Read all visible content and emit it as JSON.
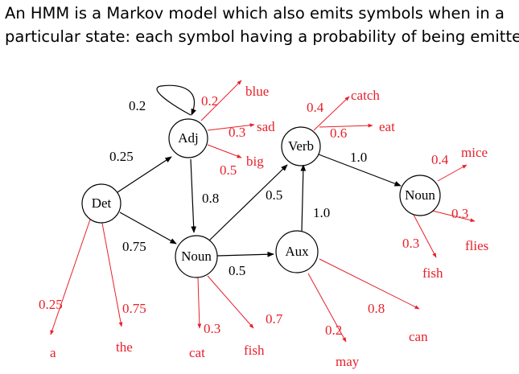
{
  "intro": {
    "line1": "An HMM is a Markov model which also emits symbols when in a",
    "line2": "particular state: each symbol having a probability of being emitted:"
  },
  "colors": {
    "transition": "#000000",
    "emission": "#e8202a"
  },
  "states": {
    "det": "Det",
    "adj": "Adj",
    "noun_mid": "Noun",
    "verb": "Verb",
    "aux": "Aux",
    "noun_right": "Noun"
  },
  "transitions": {
    "adj_adj": "0.2",
    "det_adj": "0.25",
    "det_noun": "0.75",
    "adj_noun": "0.8",
    "noun_verb": "0.5",
    "noun_aux": "0.5",
    "aux_verb": "1.0",
    "verb_noun": "1.0"
  },
  "emissions": {
    "det": [
      {
        "prob": "0.25",
        "word": "a"
      },
      {
        "prob": "0.75",
        "word": "the"
      }
    ],
    "adj": [
      {
        "prob": "0.2",
        "word": "blue"
      },
      {
        "prob": "0.3",
        "word": "sad"
      },
      {
        "prob": "0.5",
        "word": "big"
      }
    ],
    "verb": [
      {
        "prob": "0.4",
        "word": "catch"
      },
      {
        "prob": "0.6",
        "word": "eat"
      }
    ],
    "noun_right": [
      {
        "prob": "0.4",
        "word": "mice"
      },
      {
        "prob": "0.3",
        "word": "flies"
      },
      {
        "prob": "0.3",
        "word": "fish"
      }
    ],
    "noun_mid": [
      {
        "prob": "0.3",
        "word": "cat"
      },
      {
        "prob": "0.7",
        "word": "fish"
      }
    ],
    "aux": [
      {
        "prob": "0.2",
        "word": "may"
      },
      {
        "prob": "0.8",
        "word": "can"
      }
    ]
  }
}
